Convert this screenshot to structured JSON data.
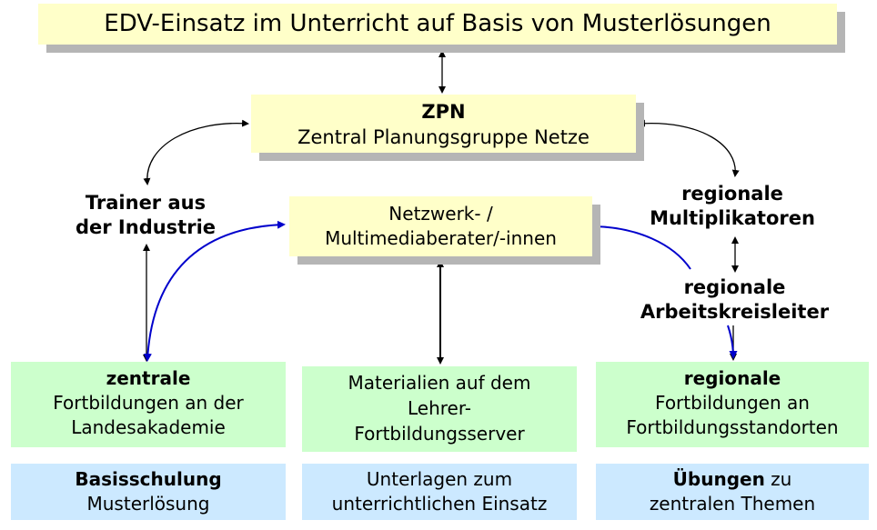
{
  "title": "EDV-Einsatz im Unterricht auf Basis von Musterlösungen",
  "zpn": {
    "heading": "ZPN",
    "subtitle": "Zentral Planungsgruppe Netze"
  },
  "netzwerk": {
    "line1": "Netzwerk- /",
    "line2": "Multimediaberater/-innen"
  },
  "trainer": {
    "line1": "Trainer aus",
    "line2": "der Industrie"
  },
  "regional_multiplikatoren": {
    "line1": "regionale",
    "line2": "Multiplikatoren"
  },
  "regional_arbeitskreisleiter": {
    "line1": "regionale",
    "line2": "Arbeitskreisleiter"
  },
  "zentrale_fortbildungen": {
    "heading": "zentrale",
    "line1": "Fortbildungen an der",
    "line2": "Landesakademie"
  },
  "materialien": {
    "line1": "Materialien auf dem",
    "line2": "Lehrer-",
    "line3": "Fortbildungsserver"
  },
  "regionale_fortbildungen": {
    "heading": "regionale",
    "line1": "Fortbildungen an",
    "line2": "Fortbildungsstandorten"
  },
  "basisschulung": {
    "heading": "Basisschulung",
    "line1": "Musterlösung"
  },
  "unterlagen": {
    "line1": "Unterlagen zum",
    "line2": "unterrichtlichen Einsatz"
  },
  "uebungen": {
    "heading": "Übungen",
    "heading_rest": " zu",
    "line1": "zentralen Themen"
  },
  "colors": {
    "yellow": "#ffffc9",
    "green": "#ccffcc",
    "blue": "#cce9ff",
    "arrow_blue": "#0000cc",
    "shadow": "#b5b5b5"
  }
}
